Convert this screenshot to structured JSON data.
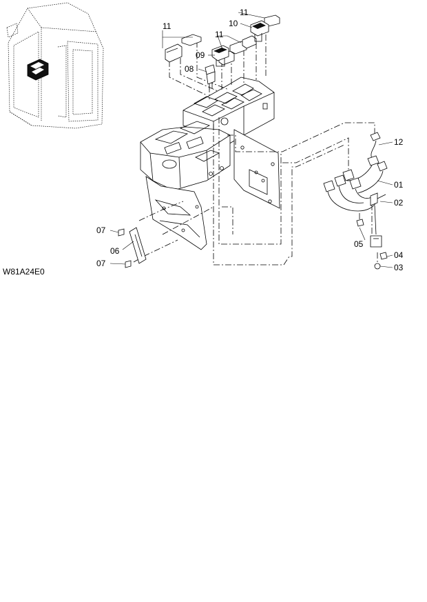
{
  "drawing_code": "W81A24E0",
  "callouts": [
    {
      "id": "c11a",
      "text": "11"
    },
    {
      "id": "c10",
      "text": "10"
    },
    {
      "id": "c11b",
      "text": "11"
    },
    {
      "id": "c11c",
      "text": "11"
    },
    {
      "id": "c09",
      "text": "09"
    },
    {
      "id": "c08",
      "text": "08"
    },
    {
      "id": "c12",
      "text": "12"
    },
    {
      "id": "c01",
      "text": "01"
    },
    {
      "id": "c02",
      "text": "02"
    },
    {
      "id": "c05",
      "text": "05"
    },
    {
      "id": "c04",
      "text": "04"
    },
    {
      "id": "c03",
      "text": "03"
    },
    {
      "id": "c07a",
      "text": "07"
    },
    {
      "id": "c06",
      "text": "06"
    },
    {
      "id": "c07b",
      "text": "07"
    }
  ]
}
